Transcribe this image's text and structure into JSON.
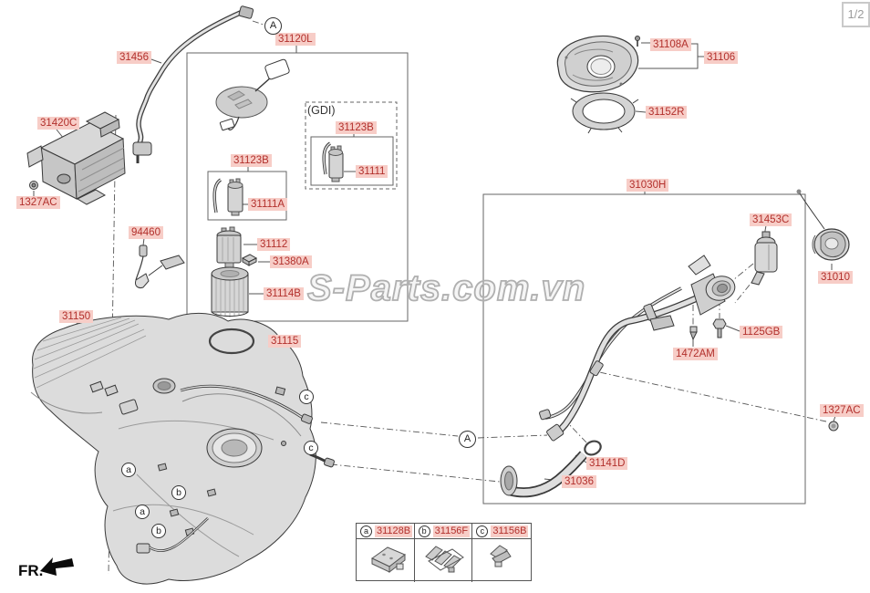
{
  "page_indicator": "1/2",
  "watermark": "S-Parts.com.vn",
  "fr_label": "FR.",
  "colors": {
    "label_bg": "#f7cdc7",
    "label_text": "#b2302c",
    "line": "#3a3a3a"
  },
  "labels": {
    "l31456": "31456",
    "l31120L": "31120L",
    "l31420C": "31420C",
    "l1327AC_left": "1327AC",
    "l94460": "94460",
    "l31150": "31150",
    "lGDI": "(GDI)",
    "l31123B_main": "31123B",
    "l31111A": "31111A",
    "l31123B_gdi": "31123B",
    "l31111": "31111",
    "l31112": "31112",
    "l31380A": "31380A",
    "l31114B": "31114B",
    "l31115": "31115",
    "l31108A": "31108A",
    "l31106": "31106",
    "l31152R": "31152R",
    "l31030H": "31030H",
    "l31453C": "31453C",
    "l31010": "31010",
    "l1125GB": "1125GB",
    "l1472AM": "1472AM",
    "l1327AC_right": "1327AC",
    "l31141D": "31141D",
    "l31036": "31036"
  },
  "markers": {
    "A": "A",
    "a": "a",
    "b": "b",
    "c": "c"
  },
  "legend": {
    "items": [
      {
        "letter": "a",
        "code": "31128B"
      },
      {
        "letter": "b",
        "code": "31156F"
      },
      {
        "letter": "c",
        "code": "31156B"
      }
    ]
  }
}
